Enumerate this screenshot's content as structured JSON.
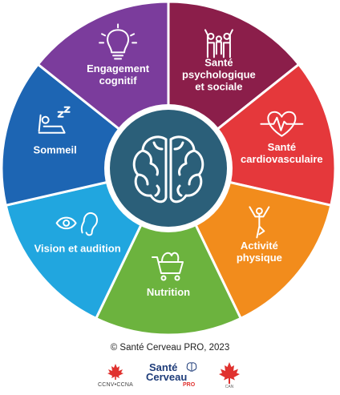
{
  "diagram": {
    "segments": [
      {
        "lines": [
          "Santé",
          "psychologique",
          "et sociale"
        ],
        "color": "#8b1e4a",
        "icon": "people-raising-hands-icon"
      },
      {
        "lines": [
          "Santé",
          "cardiovasculaire"
        ],
        "color": "#e5383b",
        "icon": "heart-pulse-icon"
      },
      {
        "lines": [
          "Activité",
          "physique"
        ],
        "color": "#f28c1c",
        "icon": "yoga-pose-icon"
      },
      {
        "lines": [
          "Nutrition"
        ],
        "color": "#6cb33e",
        "icon": "shopping-cart-icon"
      },
      {
        "lines": [
          "Vision et audition"
        ],
        "color": "#21a6df",
        "icon": "eye-ear-icon"
      },
      {
        "lines": [
          "Sommeil"
        ],
        "color": "#1d65b3",
        "icon": "sleeping-person-icon"
      },
      {
        "lines": [
          "Engagement",
          "cognitif"
        ],
        "color": "#7b3c9c",
        "icon": "lightbulb-icon"
      }
    ],
    "center": {
      "color": "#2b5f79",
      "icon": "brain-icon"
    }
  },
  "footer": {
    "copyright": "© Santé Cerveau PRO, 2023",
    "logos": {
      "ccnv": "CCNV•CCNA",
      "scp_line1": "Santé",
      "scp_line2": "Cerveau",
      "scp_line3": "PRO",
      "can": "CAN"
    }
  }
}
